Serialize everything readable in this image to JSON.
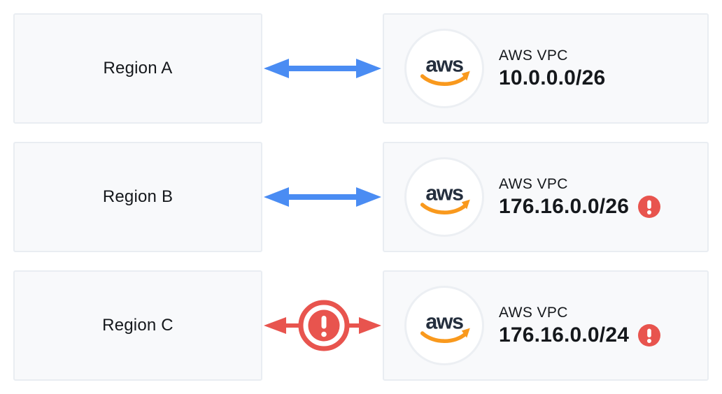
{
  "theme": {
    "box_bg": "#f8f9fb",
    "box_border": "#e9edf2",
    "arrow_blue": "#4a8cf3",
    "error_red": "#e8544e",
    "aws_navy": "#252f3e",
    "aws_orange": "#f9991d",
    "text_dark": "#15181c",
    "circle_border": "#eceff3",
    "circle_bg": "#ffffff"
  },
  "aws": {
    "logo_text": "aws"
  },
  "rows": [
    {
      "region": "Region A",
      "vpc_label": "AWS VPC",
      "cidr": "10.0.0.0/26",
      "cidr_error": false,
      "link_status": "ok"
    },
    {
      "region": "Region B",
      "vpc_label": "AWS VPC",
      "cidr": "176.16.0.0/26",
      "cidr_error": true,
      "link_status": "ok"
    },
    {
      "region": "Region C",
      "vpc_label": "AWS VPC",
      "cidr": "176.16.0.0/24",
      "cidr_error": true,
      "link_status": "error"
    }
  ]
}
